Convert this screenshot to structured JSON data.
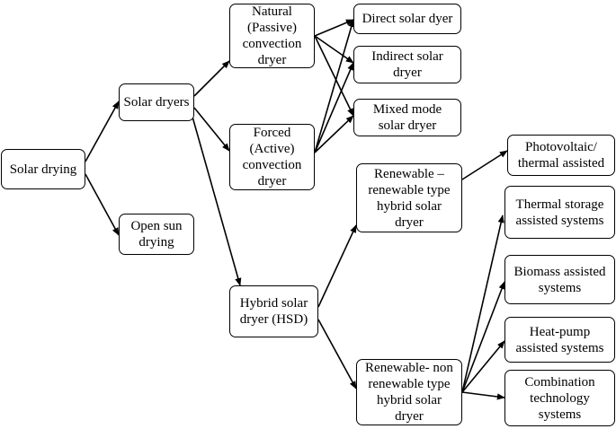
{
  "diagram": {
    "nodes": {
      "solar_drying": "Solar drying",
      "solar_dryers": "Solar dryers",
      "open_sun": "Open sun\ndrying",
      "natural": "Natural\n(Passive)\nconvection\ndryer",
      "forced": "Forced\n(Active)\nconvection\ndryer",
      "hybrid": "Hybrid solar\ndryer (HSD)",
      "direct": "Direct solar dyer",
      "indirect": "Indirect solar\ndryer",
      "mixed": "Mixed mode\nsolar dryer",
      "rr_hybrid": "Renewable –\nrenewable type\nhybrid solar\ndryer",
      "rn_hybrid": "Renewable- non\nrenewable type\nhybrid solar\ndryer",
      "pv_thermal": "Photovoltaic/\nthermal assisted",
      "thermal_storage": "Thermal storage\nassisted  systems",
      "biomass": "Biomass assisted\nsystems",
      "heat_pump": "Heat-pump\nassisted systems",
      "combination": "Combination\ntechnology\nsystems"
    },
    "line_color": "#000000"
  }
}
